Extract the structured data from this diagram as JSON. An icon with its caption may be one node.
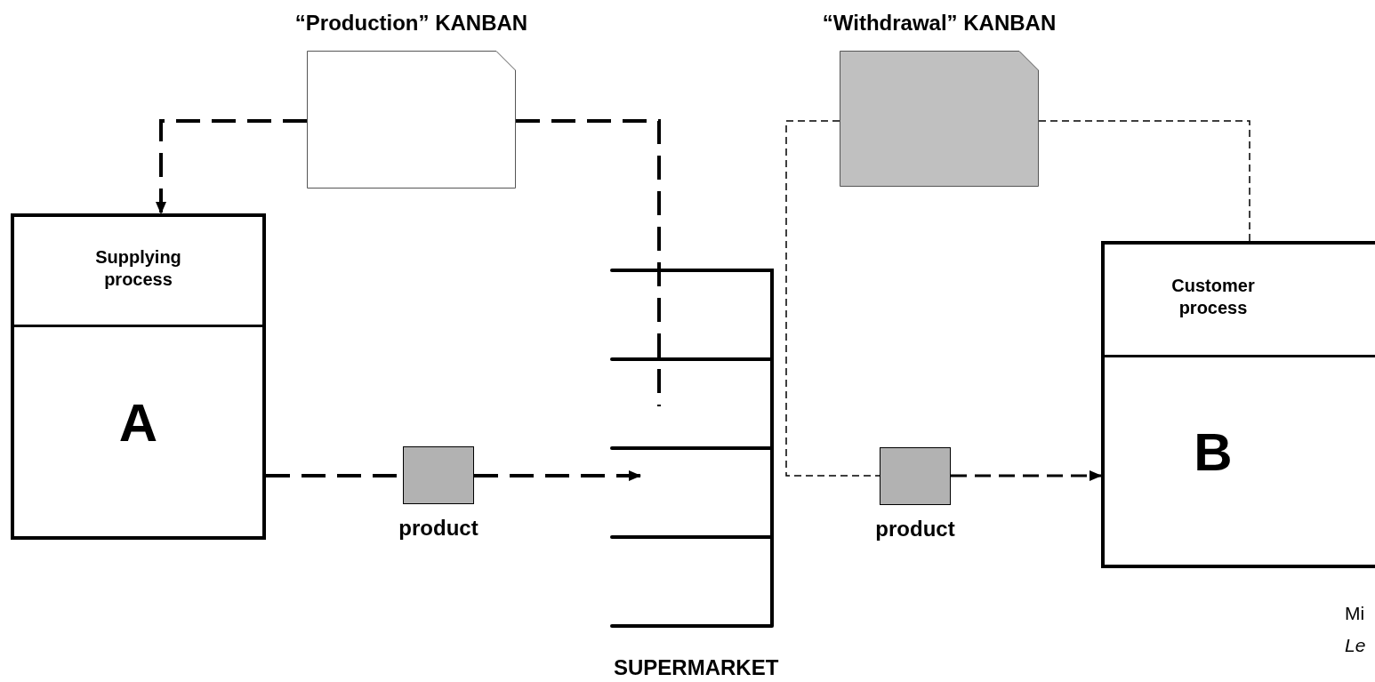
{
  "diagram": {
    "nodes": [
      {
        "text": [
          "“Production” KANBAN"
        ]
      },
      {
        "text": [
          "“Withdrawal” KANBAN"
        ]
      },
      {
        "text": [
          "Supplying process",
          "A"
        ]
      },
      {
        "text": [
          "Customer process",
          "B"
        ]
      },
      {
        "text": [
          "product"
        ]
      },
      {
        "text": [
          "product"
        ]
      },
      {
        "text": [
          "SUPERMARKET"
        ]
      }
    ],
    "edges": [
      {
        "from": 0,
        "to": 2,
        "arrow": "to",
        "style": "dashed"
      },
      {
        "from": 0,
        "to": 6,
        "arrow": "none",
        "style": "dashed"
      },
      {
        "from": 2,
        "to": 4,
        "arrow": "none",
        "style": "dashed"
      },
      {
        "from": 4,
        "to": 6,
        "arrow": "to",
        "style": "dashed"
      },
      {
        "from": 1,
        "to": 5,
        "arrow": "none",
        "style": "dashed"
      },
      {
        "from": 5,
        "to": 3,
        "arrow": "to",
        "style": "dashed"
      },
      {
        "from": 1,
        "to": 3,
        "arrow": "none",
        "style": "dashed"
      }
    ],
    "labels": [
      "Mi",
      "Le"
    ]
  }
}
